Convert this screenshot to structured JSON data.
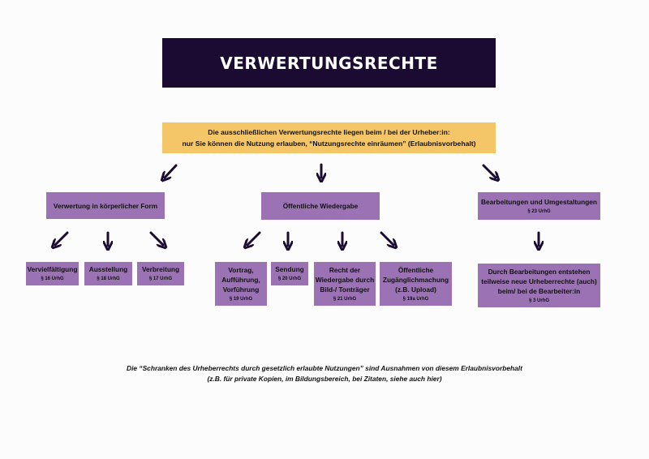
{
  "title": "VERWERTUNGSRECHTE",
  "banner": {
    "line1": "Die ausschließlichen Verwertungsrechte liegen beim / bei der Urheber:in:",
    "line2": "nur Sie können die Nutzung erlauben, “Nutzungsrechte einräumen” (Erlaubnisvorbehalt)"
  },
  "categories": {
    "koerperlich": {
      "label": "Verwertung in körperlicher Form"
    },
    "oeffentlich": {
      "label": "Öffentliche Wiedergabe"
    },
    "bearbeitung": {
      "label": "Bearbeitungen und Umgestaltungen",
      "sub": "§ 23 UrhG"
    }
  },
  "rights": {
    "vervielfaeltigung": {
      "label": "Vervielfältigung",
      "sub": "§ 16 UrhG"
    },
    "ausstellung": {
      "label": "Ausstellung",
      "sub": "§ 18 UrhG"
    },
    "verbreitung": {
      "label": "Verbreitung",
      "sub": "§ 17 UrhG"
    },
    "vortrag": {
      "lines": [
        "Vortrag,",
        "Aufführung,",
        "Vorführung"
      ],
      "sub": "§ 19 UrhG"
    },
    "sendung": {
      "label": "Sendung",
      "sub": "§ 20 UrhG"
    },
    "wiedergabe": {
      "lines": [
        "Recht der",
        "Wiedergabe durch",
        "Bild-/ Tonträger"
      ],
      "sub": "§ 21 UrhG"
    },
    "zugaenglich": {
      "lines": [
        "Öffentliche",
        "Zugänglichmachung",
        "(z.B. Upload)"
      ],
      "sub": "§ 19a UrhG"
    },
    "neue_rechte": {
      "lines": [
        "Durch Bearbeitungen entstehen",
        "teilweise neue Urheberrechte (auch)",
        "beim/ bei de Bearbeiter:in"
      ],
      "sub": "§ 3 UrhG"
    }
  },
  "footer": {
    "line1": "Die “Schranken des Urheberrechts durch gesetzlich erlaubte Nutzungen” sind Ausnahmen von diesem Erlaubnisvorbehalt",
    "line2": "(z.B. für private Kopien, im Bildungsbereich, bei Zitaten, siehe auch hier)"
  },
  "colors": {
    "title_bg": "#1b0b33",
    "banner_bg": "#f4c667",
    "box_bg": "#9b73b4",
    "arrow": "#1b0b33"
  }
}
